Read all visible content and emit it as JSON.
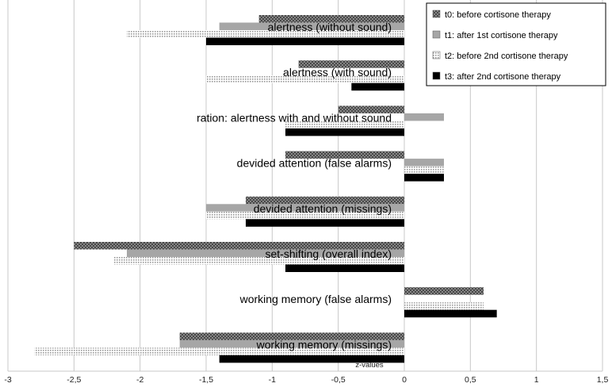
{
  "chart_data": {
    "type": "bar",
    "orientation": "horizontal",
    "categories": [
      "alertness (without sound)",
      "alertness (with sound)",
      "ration: alertness with and without sound",
      "devided attention (false alarms)",
      "devided attention (missings)",
      "set-shifting (overall index)",
      "working memory (false alarms)",
      "working memory (missings)"
    ],
    "series": [
      {
        "name": "t0: before cortisone therapy",
        "pattern": "crosshatch",
        "values": [
          -1.1,
          -0.8,
          -0.5,
          -0.9,
          -1.2,
          -2.5,
          0.6,
          -1.7
        ]
      },
      {
        "name": "t1: after 1st cortisone therapy",
        "pattern": "gray",
        "values": [
          -1.4,
          0.0,
          0.3,
          0.3,
          -1.5,
          -2.1,
          0.0,
          -1.7
        ]
      },
      {
        "name": "t2: before 2nd cortisone therapy",
        "pattern": "dots",
        "values": [
          -2.1,
          -1.5,
          -0.9,
          0.3,
          -1.5,
          -2.2,
          0.6,
          -2.8
        ]
      },
      {
        "name": "t3: after 2nd cortisone therapy",
        "pattern": "black",
        "values": [
          -1.5,
          -0.4,
          -0.9,
          0.3,
          -1.2,
          -0.9,
          0.7,
          -1.4
        ]
      }
    ],
    "xlabel": "z-values",
    "xlim": [
      -3,
      1.5
    ],
    "xticks": [
      -3,
      -2.5,
      -2,
      -1.5,
      -1,
      -0.5,
      0,
      0.5,
      1,
      1.5
    ],
    "xtick_labels": [
      "-3",
      "-2,5",
      "-2",
      "-1,5",
      "-1",
      "-0,5",
      "0",
      "0,5",
      "1",
      "1,5"
    ],
    "grid": true,
    "legend_position": "top-right"
  }
}
